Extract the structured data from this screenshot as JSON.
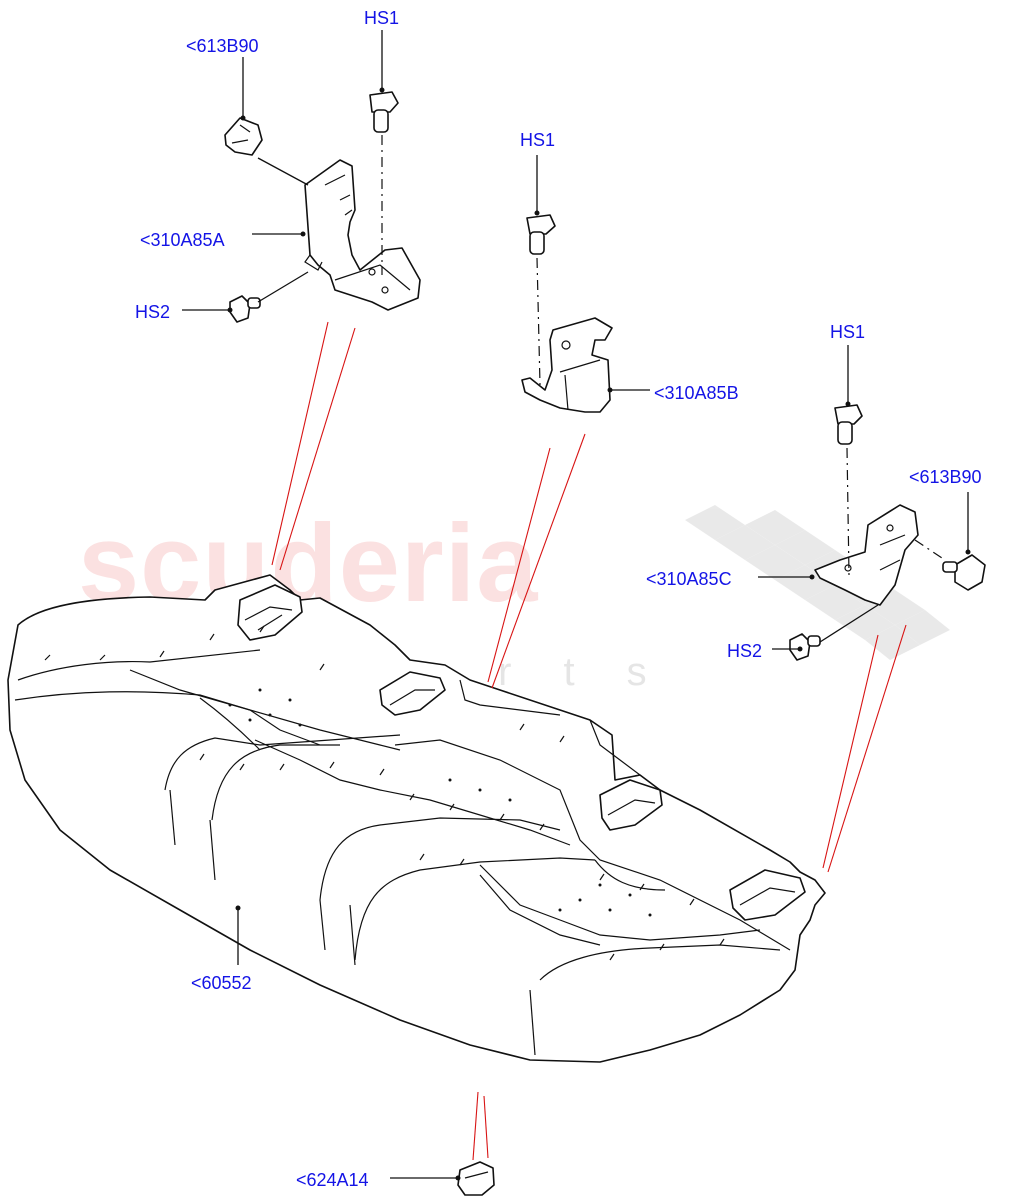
{
  "watermark": {
    "brand": "scuderia",
    "sub": "car parts"
  },
  "callouts": {
    "hs1_left": "HS1",
    "b613_left": "<613B90",
    "a310_left": "<310A85A",
    "hs2_left": "HS2",
    "hs1_mid": "HS1",
    "b310_mid": "<310A85B",
    "hs1_right": "HS1",
    "b613_right": "<613B90",
    "c310_right": "<310A85C",
    "hs2_right": "HS2",
    "cushion": "<60552",
    "clip": "<624A14"
  },
  "colors": {
    "label": "#1414e6",
    "line": "#111111",
    "guide": "#d81414",
    "watermark": "#ee7878"
  }
}
